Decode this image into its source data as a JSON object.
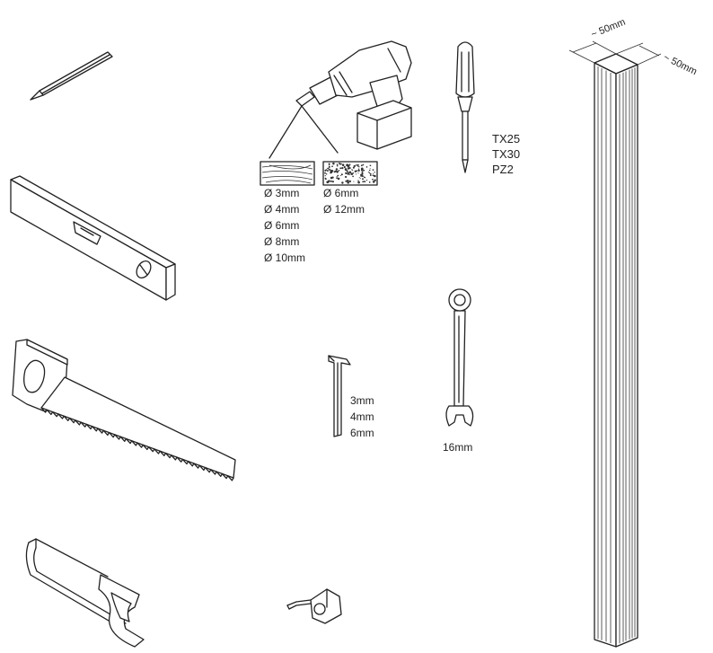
{
  "drill": {
    "wood_sizes": [
      "Ø 3mm",
      "Ø 4mm",
      "Ø 6mm",
      "Ø 8mm",
      "Ø 10mm"
    ],
    "masonry_sizes": [
      "Ø 6mm",
      "Ø 12mm"
    ]
  },
  "screwdriver": {
    "bits": [
      "TX25",
      "TX30",
      "PZ2"
    ]
  },
  "hex_key": {
    "sizes": [
      "3mm",
      "4mm",
      "6mm"
    ]
  },
  "wrench": {
    "size": "16mm"
  },
  "post": {
    "dim_a": "~ 50mm",
    "dim_b": "~ 50mm"
  }
}
